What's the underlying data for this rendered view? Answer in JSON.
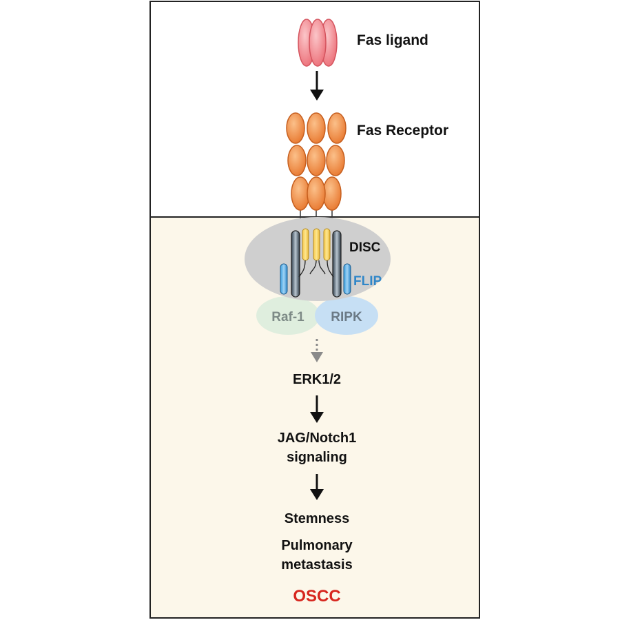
{
  "labels": {
    "fas_ligand": "Fas ligand",
    "fas_receptor": "Fas Receptor",
    "disc": "DISC",
    "flip": "FLIP",
    "raf1": "Raf-1",
    "ripk": "RIPK",
    "erk": "ERK1/2",
    "jag_line1": "JAG/Notch1",
    "jag_line2": "signaling",
    "stemness": "Stemness",
    "pulmonary_line1": "Pulmonary",
    "pulmonary_line2": "metastasis",
    "oscc": "OSCC"
  },
  "colors": {
    "ligand": "#f07f85",
    "receptor": "#f08a45",
    "intracellular_bg": "#fcf7ea",
    "disc_cloud": "#cfcfcf",
    "flip": "#2f86c8",
    "raf1_bubble": "#dfeede",
    "ripk_bubble": "#c6dff4",
    "oscc": "#d7261e"
  }
}
